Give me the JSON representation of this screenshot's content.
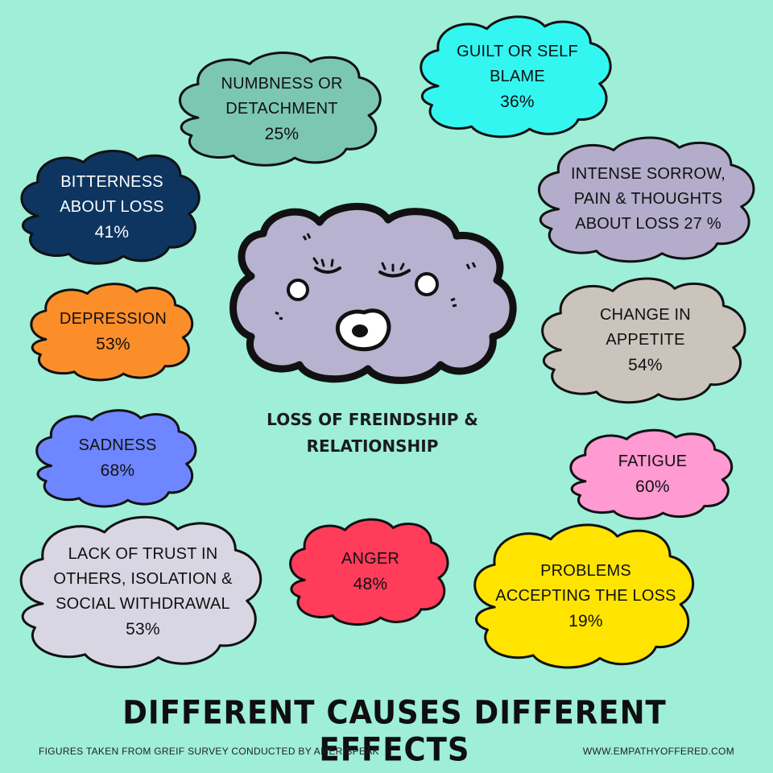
{
  "clouds": [
    {
      "key": "numbness",
      "label": "NUMBNESS OR\nDETACHMENT",
      "value": "25%",
      "color": "#7cc7b2"
    },
    {
      "key": "guilt",
      "label": "GUILT OR SELF\nBLAME",
      "value": "36%",
      "color": "#34f6f1"
    },
    {
      "key": "bitterness",
      "label": "BITTERNESS\nABOUT LOSS",
      "value": "41%",
      "color": "#0d3560"
    },
    {
      "key": "sorrow",
      "label": "INTENSE SORROW,\nPAIN & THOUGHTS\nABOUT LOSS 27 %",
      "value": "",
      "color": "#b3adcb"
    },
    {
      "key": "depression",
      "label": "DEPRESSION",
      "value": "53%",
      "color": "#fc8e2a"
    },
    {
      "key": "appetite",
      "label": "CHANGE IN\nAPPETITE",
      "value": "54%",
      "color": "#cbc4bd"
    },
    {
      "key": "sadness",
      "label": "SADNESS",
      "value": "68%",
      "color": "#6e86ff"
    },
    {
      "key": "fatigue",
      "label": "FATIGUE",
      "value": "60%",
      "color": "#ff9ad2"
    },
    {
      "key": "trust",
      "label": "LACK OF TRUST IN\nOTHERS, ISOLATION &\nSOCIAL WITHDRAWAL",
      "value": "53%",
      "color": "#d8d6e2"
    },
    {
      "key": "anger",
      "label": "ANGER",
      "value": "48%",
      "color": "#ff3c5a"
    },
    {
      "key": "problems",
      "label": "PROBLEMS\nACCEPTING THE LOSS",
      "value": "19%",
      "color": "#ffe400"
    }
  ],
  "center_title": "LOSS OF FREINDSHIP &\nRELATIONSHIP",
  "main_title": "DIFFERENT CAUSES DIFFERENT EFFECTS",
  "footer": {
    "source": "FIGURES TAKEN FROM  GREIF SURVEY CONDUCTED BY AMERISPEAK",
    "website": "WWW.EMPATHYOFFERED.COM"
  },
  "palette": {
    "background": "#9eeed8",
    "outline": "#111111",
    "face_cloud": "#b7b2cf"
  },
  "icons": {
    "center": "sad-cloud-face-icon"
  }
}
